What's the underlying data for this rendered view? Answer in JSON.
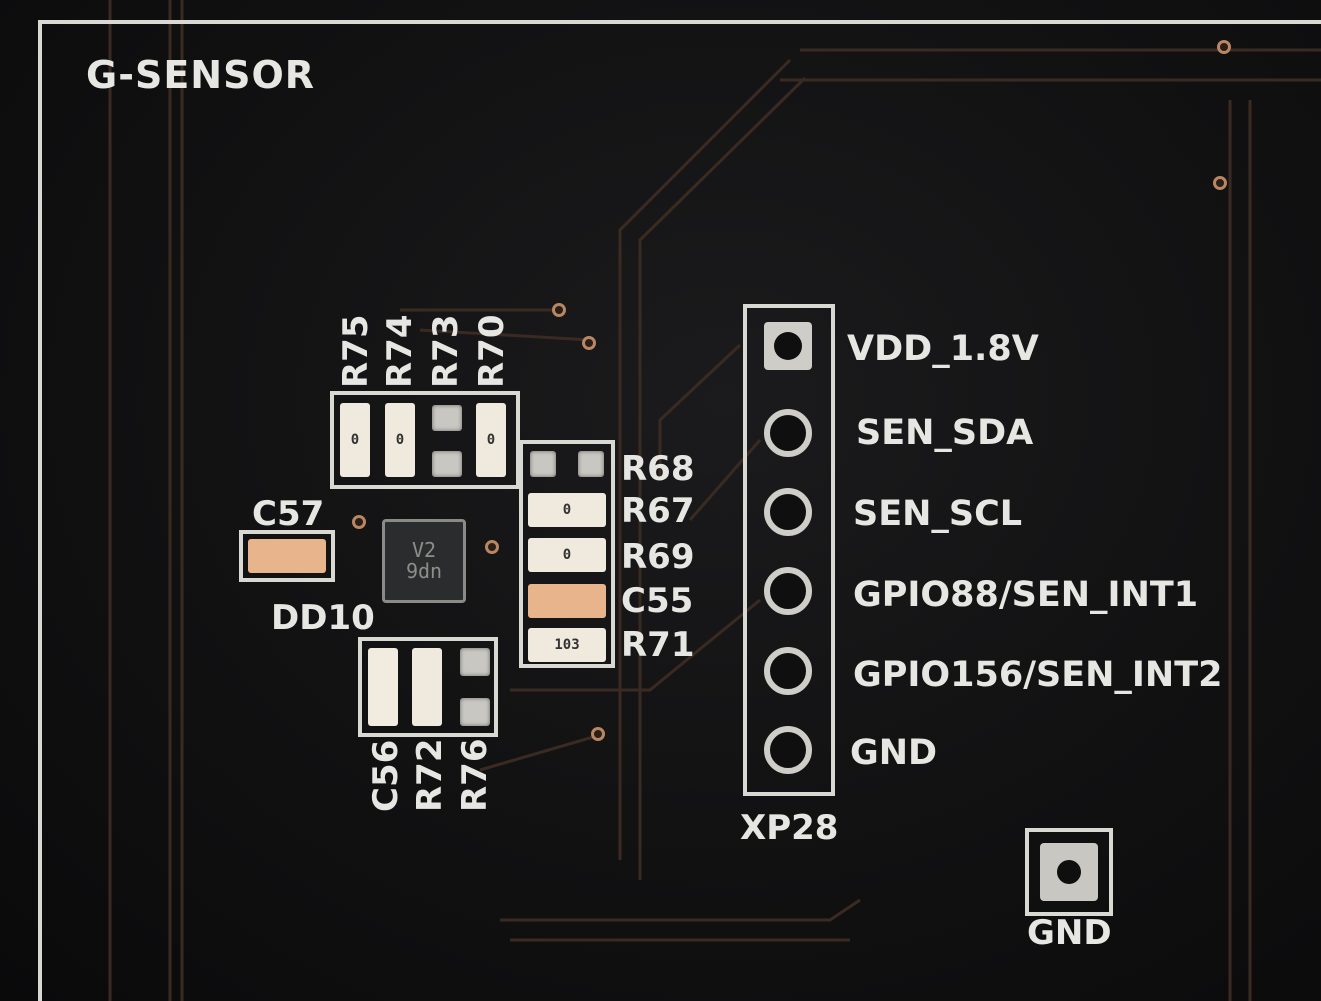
{
  "board": {
    "title": "G-SENSOR",
    "connector": {
      "ref": "XP28",
      "pins": [
        {
          "label": "VDD_1.8V"
        },
        {
          "label": "SEN_SDA"
        },
        {
          "label": "SEN_SCL"
        },
        {
          "label": "GPIO88/SEN_INT1"
        },
        {
          "label": "GPIO156/SEN_INT2"
        },
        {
          "label": "GND"
        }
      ]
    },
    "test_point": {
      "label": "GND"
    },
    "ic": {
      "ref": "DD10",
      "marking_line1": "V2",
      "marking_line2": "9dn"
    },
    "top_resistors": [
      "R75",
      "R74",
      "R73",
      "R70"
    ],
    "right_components": [
      "R68",
      "R67",
      "R69",
      "C55",
      "R71"
    ],
    "bottom_components": [
      "C56",
      "R72",
      "R76"
    ],
    "capacitor_left": "C57",
    "chip_markings": {
      "zero": "0",
      "r71": "103"
    },
    "colors": {
      "board": "#111112",
      "silkscreen": "#e6e6e2",
      "copper": "#b98662",
      "pad": "#c9c7c2"
    }
  }
}
